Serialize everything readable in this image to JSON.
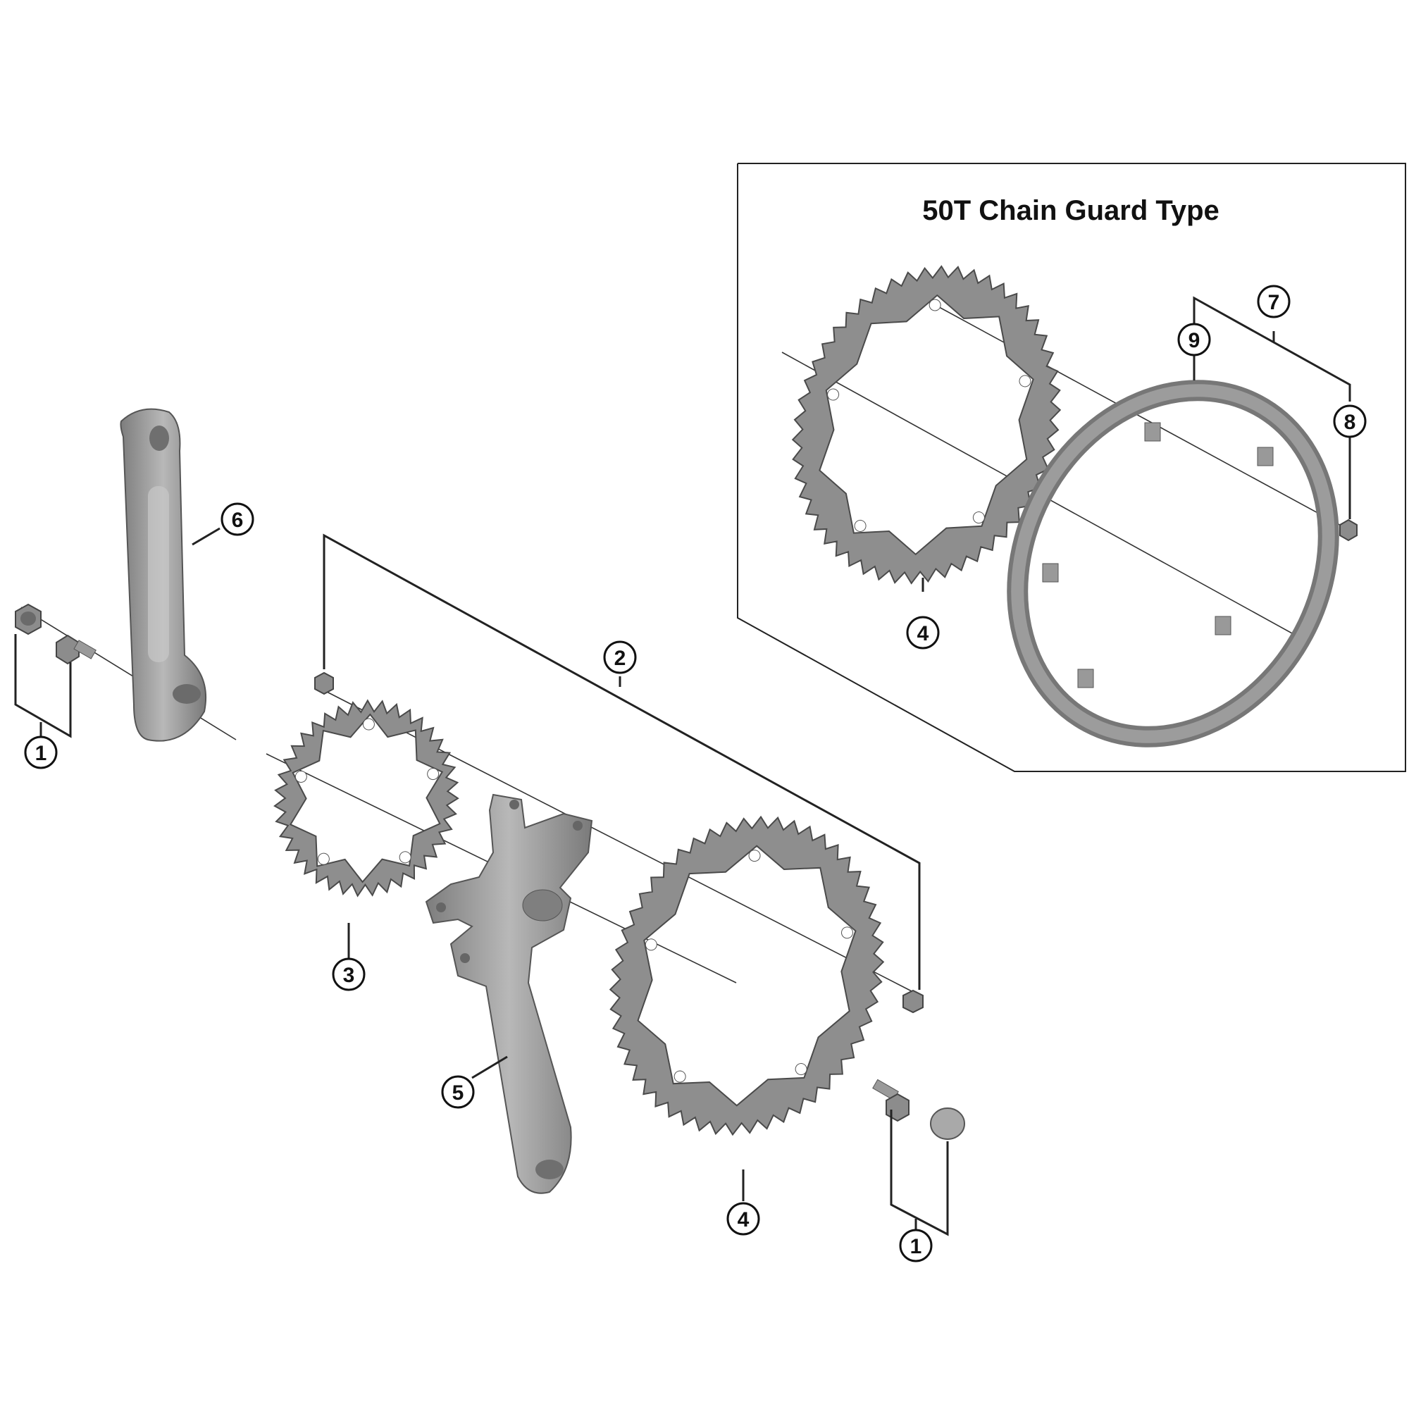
{
  "inset": {
    "title": "50T Chain Guard Type"
  },
  "callouts": {
    "c1_left": "1",
    "c1_right": "1",
    "c2": "2",
    "c3": "3",
    "c4_main": "4",
    "c4_inset": "4",
    "c5": "5",
    "c6": "6",
    "c7": "7",
    "c8": "8",
    "c9": "9"
  },
  "colors": {
    "part_fill": "#8c8c8c",
    "part_light": "#a9a9a9",
    "line": "#222222"
  }
}
